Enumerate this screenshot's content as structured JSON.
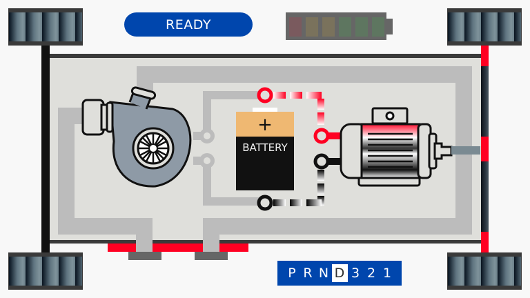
{
  "status": {
    "label": "READY"
  },
  "battery_gauge": {
    "level_cells": 6,
    "cell_colors": [
      "#7a5a5e",
      "#7a725c",
      "#7a725c",
      "#5e7660",
      "#5e7660",
      "#5e7660"
    ]
  },
  "gear_selector": {
    "options": [
      "P",
      "R",
      "N",
      "D",
      "3",
      "2",
      "1"
    ],
    "selected": "D"
  },
  "components": {
    "battery": {
      "label": "BATTERY",
      "terminal_positive": "+"
    },
    "engine": {
      "name": "turbocharger"
    },
    "motor": {
      "name": "electric-motor"
    }
  },
  "colors": {
    "accent": "#0046ad",
    "active_flow": "#ff0022",
    "chassis": "#3a3a3a",
    "board": "#dfdfdb",
    "trace": "#bcbcbc",
    "battery_top": "#efb872",
    "battery_body": "#111111",
    "turbo_body": "#8e9aa6"
  }
}
